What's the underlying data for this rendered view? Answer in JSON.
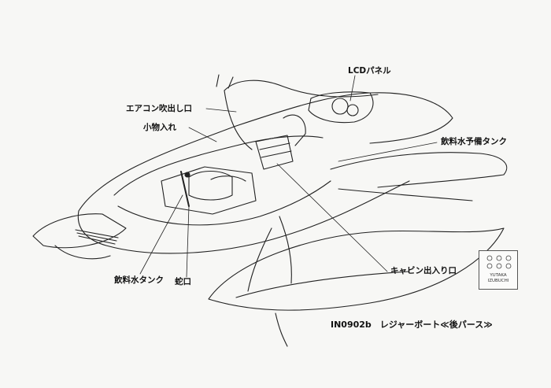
{
  "labels": {
    "lcd_panel": "LCDパネル",
    "aircon_outlet": "エアコン吹出し口",
    "small_storage": "小物入れ",
    "spare_water_tank": "飲料水予備タンク",
    "water_tank": "飲料水タンク",
    "faucet": "蛇口",
    "cabin_entrance": "キャビン出入り口"
  },
  "caption": "IN0902b　レジャーボート≪後パース≫",
  "stamp": {
    "line1": "YUTAKA",
    "line2": "IZUBUCHI"
  }
}
